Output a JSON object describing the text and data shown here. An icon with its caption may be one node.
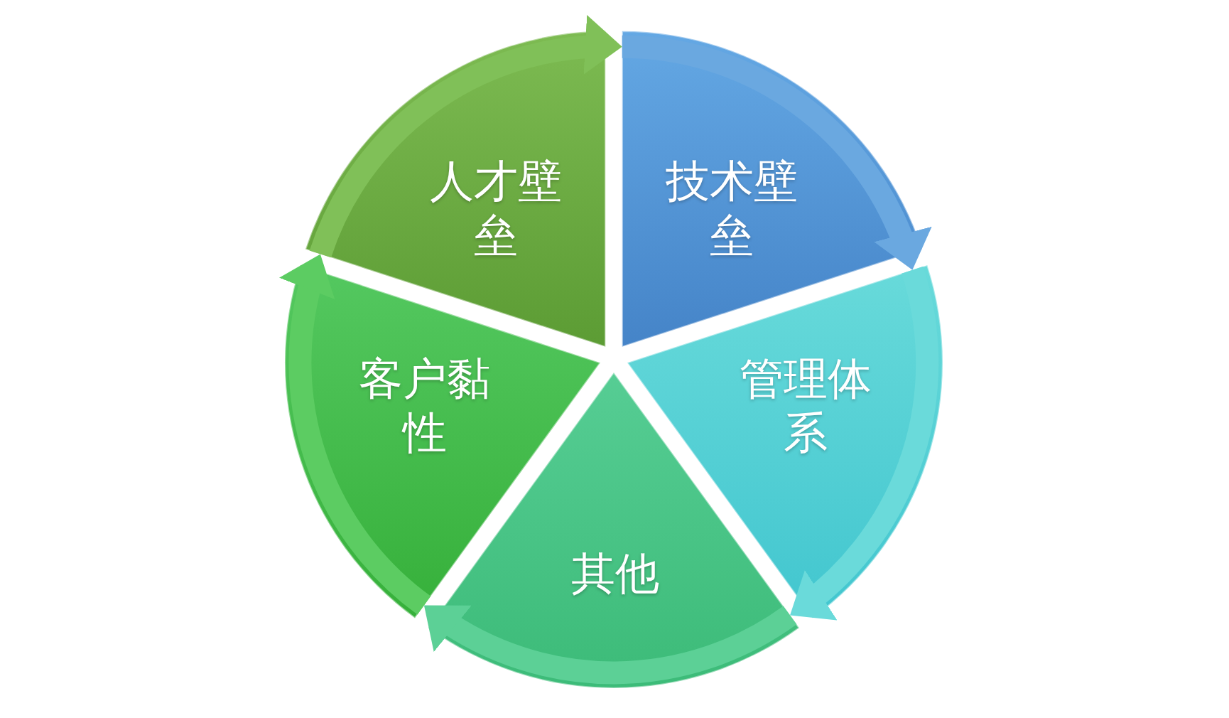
{
  "diagram": {
    "nodes": [
      {
        "text": [
          "人才壁垒"
        ]
      },
      {
        "text": [
          "技术壁垒"
        ]
      },
      {
        "text": [
          "客户黏性"
        ]
      },
      {
        "text": [
          "管理体系"
        ]
      },
      {
        "text": [
          "其他"
        ]
      }
    ],
    "edges": [
      {
        "from": 0,
        "to": 1,
        "arrow": "to",
        "color": "#80c058"
      },
      {
        "from": 1,
        "to": 3,
        "arrow": "to",
        "color": "#6aa8e0"
      },
      {
        "from": 3,
        "to": 4,
        "arrow": "to",
        "color": "#6adada"
      },
      {
        "from": 4,
        "to": 2,
        "arrow": "to",
        "color": "#5cd096"
      },
      {
        "from": 2,
        "to": 0,
        "arrow": "to",
        "color": "#5ccc62"
      }
    ]
  }
}
